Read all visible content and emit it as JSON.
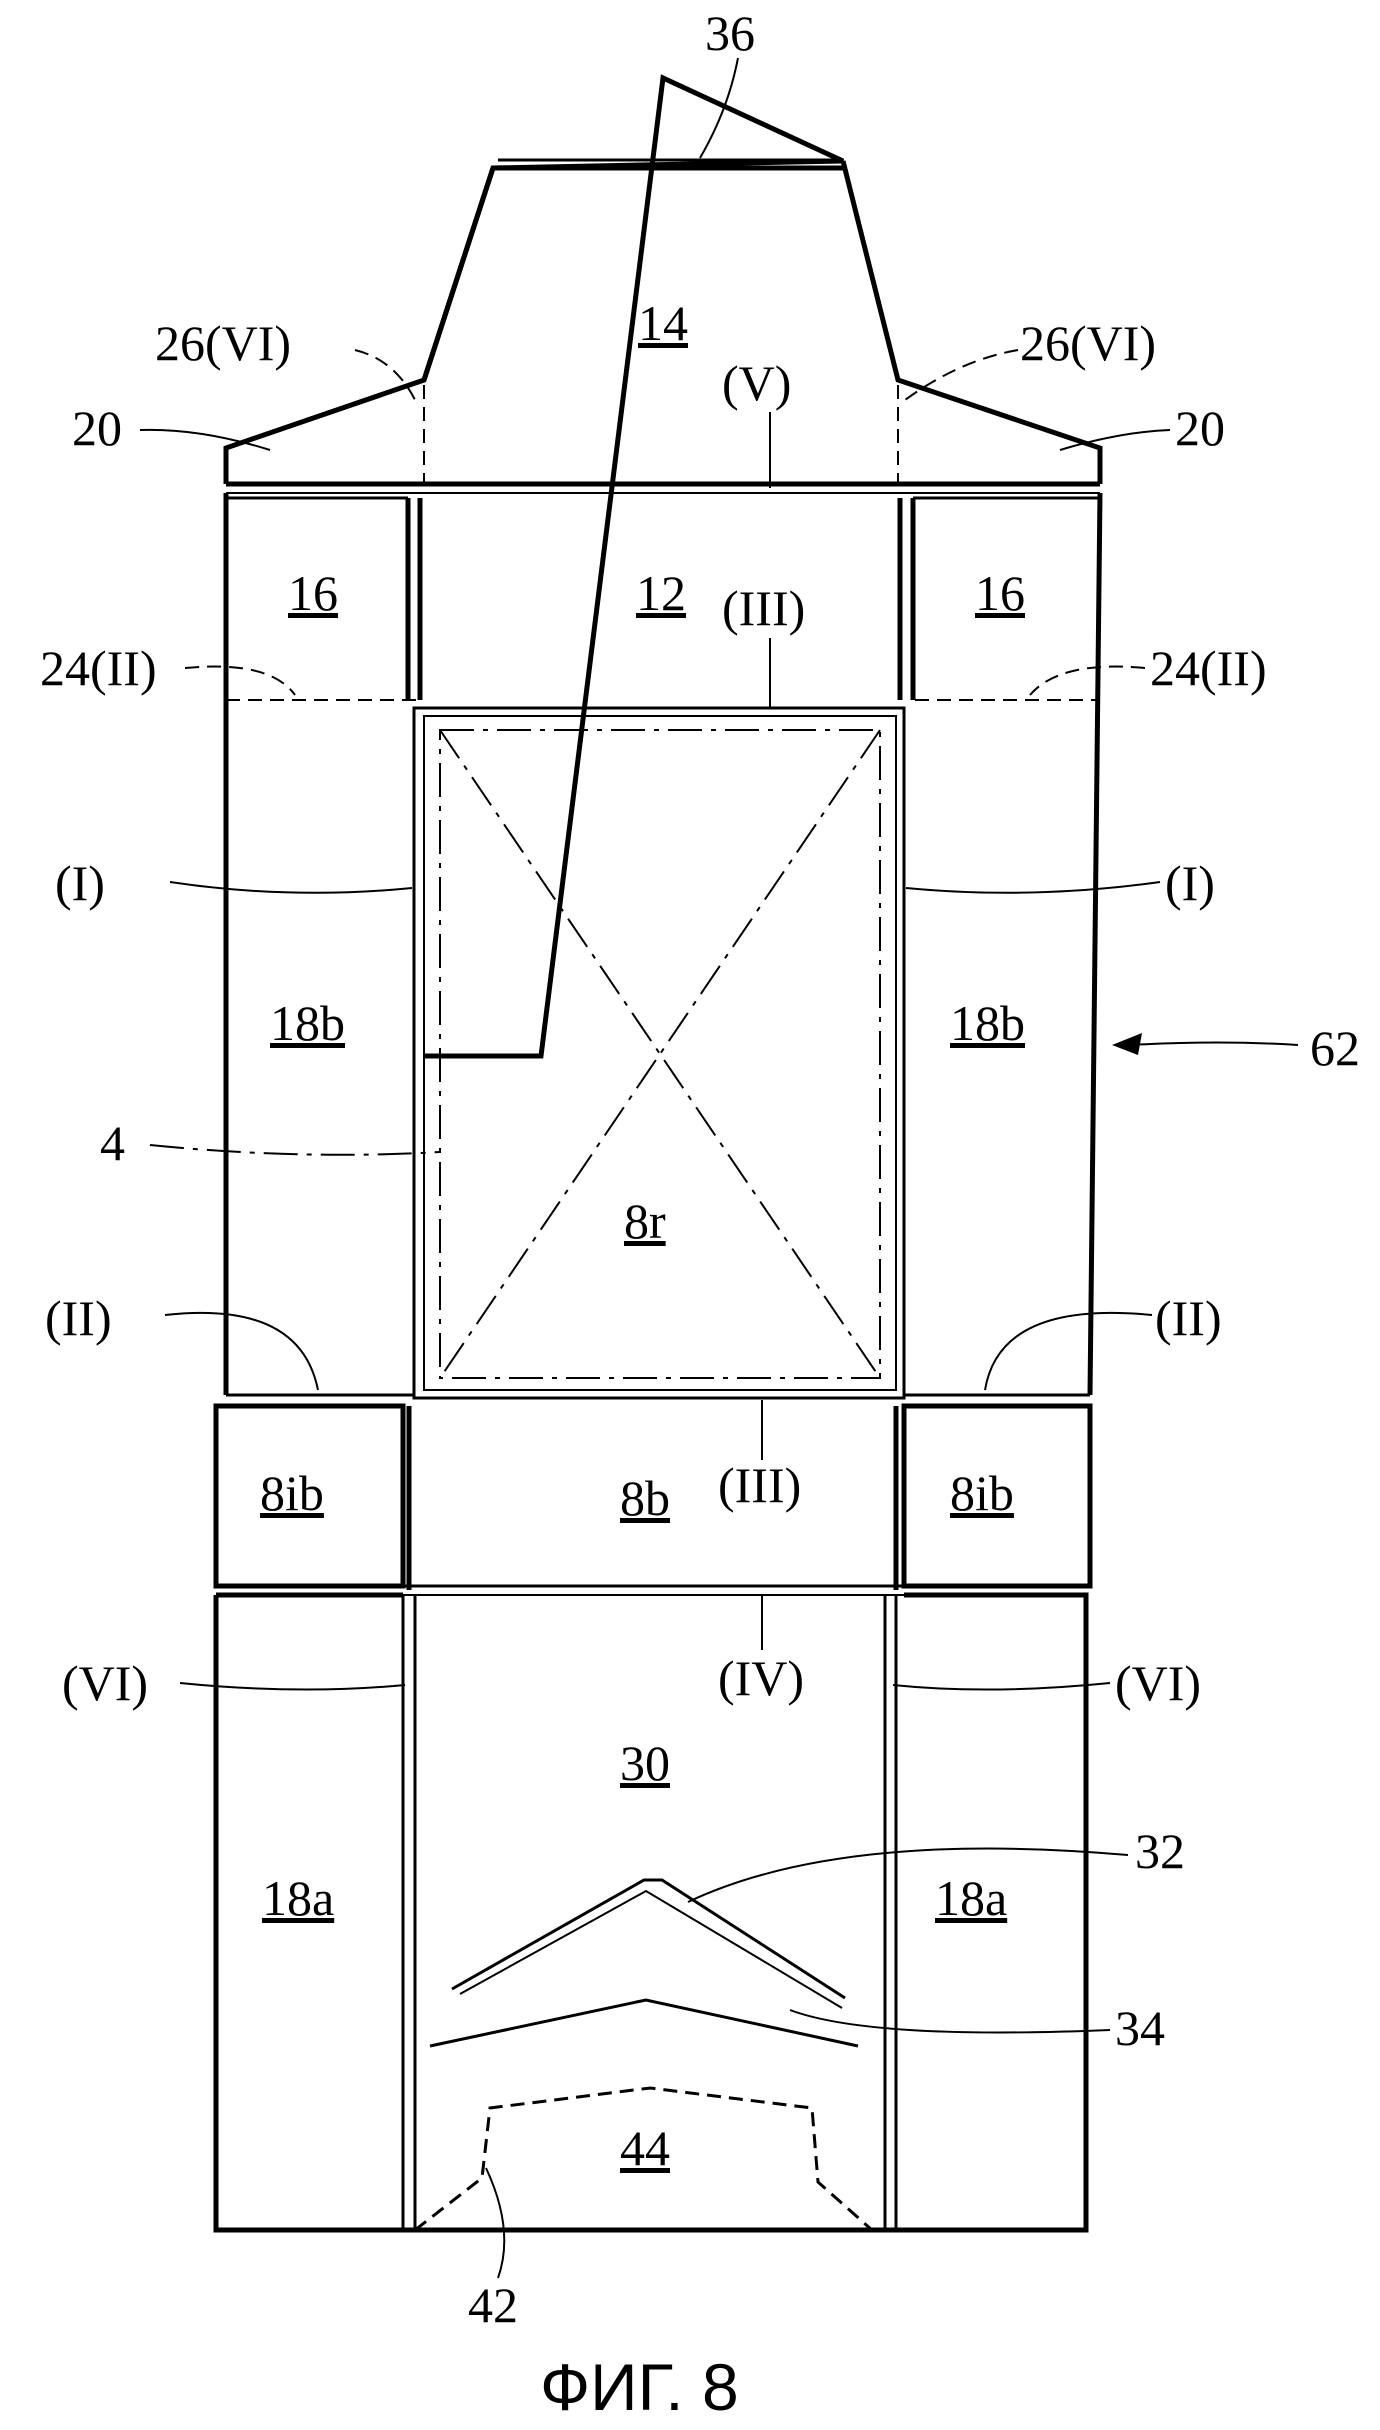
{
  "caption": "ФИГ. 8",
  "panels": {
    "p14": "14",
    "p12": "12",
    "p16": "16",
    "p18b": "18b",
    "p8r": "8r",
    "p8b": "8b",
    "p8ib": "8ib",
    "p30": "30",
    "p18a": "18a",
    "p44": "44"
  },
  "refs": {
    "r36": "36",
    "r26": "26(VI)",
    "r20": "20",
    "rV": "(V)",
    "r24": "24(II)",
    "rIII": "(III)",
    "rI": "(I)",
    "r62": "62",
    "r4": "4",
    "rII": "(II)",
    "rIV": "(IV)",
    "rVI": "(VI)",
    "r32": "32",
    "r34": "34",
    "r42": "42"
  }
}
